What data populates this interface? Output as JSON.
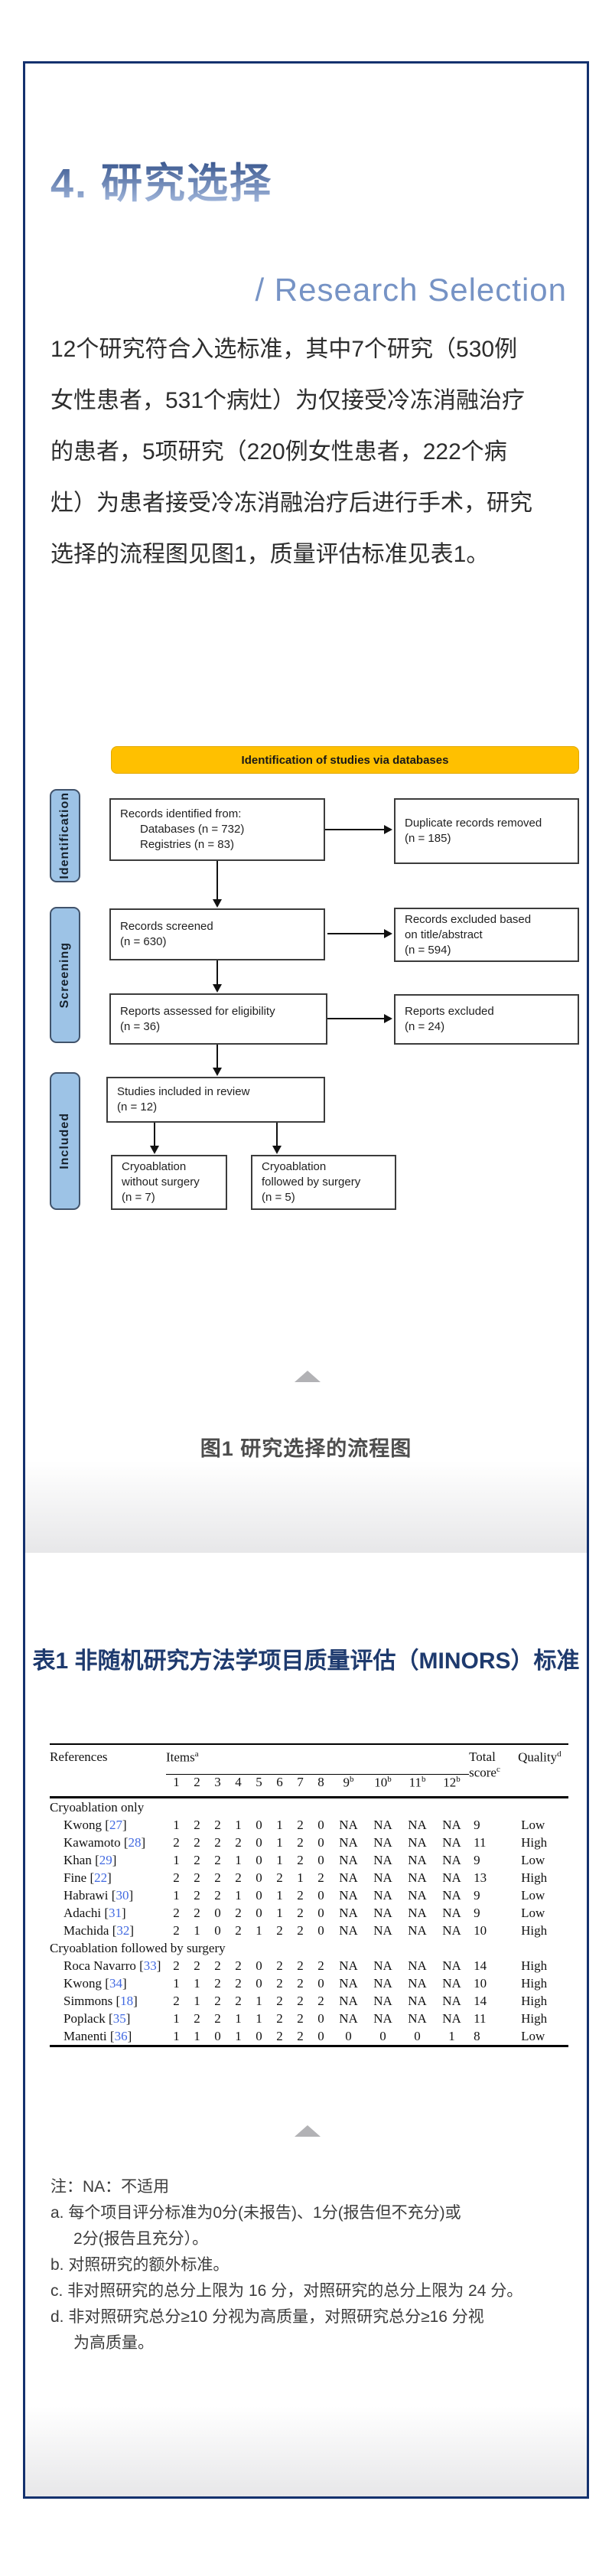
{
  "heading": {
    "title": "4. 研究选择",
    "subtitle": "/ Research Selection"
  },
  "paragraph": {
    "lines": [
      "12个研究符合入选标准，其中7个研究（530例",
      "女性患者，531个病灶）为仅接受冷冻消融治疗",
      "的患者，5项研究（220例女性患者，222个病",
      "灶）为患者接受冷冻消融治疗后进行手术，研究",
      "选择的流程图见图1，质量评估标准见表1。"
    ]
  },
  "figure": {
    "banner": "Identification of studies via databases",
    "stages": {
      "identification": "Identification",
      "screening": "Screening",
      "included": "Included"
    },
    "boxes": {
      "records_identified": {
        "lines": [
          "Records identified from:",
          "Databases (n = 732)",
          "Registries (n = 83)"
        ]
      },
      "duplicates_removed": {
        "lines": [
          "Duplicate records removed",
          "(n = 185)"
        ]
      },
      "records_screened": {
        "lines": [
          "Records screened",
          "(n = 630)"
        ]
      },
      "records_excluded": {
        "lines": [
          "Records excluded based",
          "on title/abstract",
          "(n = 594)"
        ]
      },
      "reports_assessed": {
        "lines": [
          "Reports assessed for eligibility",
          "(n = 36)"
        ]
      },
      "reports_excluded": {
        "lines": [
          "Reports excluded",
          "(n = 24)"
        ]
      },
      "studies_included": {
        "lines": [
          "Studies included in review",
          "(n = 12)"
        ]
      },
      "cryo_without_surgery": {
        "lines": [
          "Cryoablation",
          "without surgery",
          "(n = 7)"
        ]
      },
      "cryo_followed_surgery": {
        "lines": [
          "Cryoablation",
          "followed by surgery",
          "(n = 5)"
        ]
      }
    },
    "caption": "图1 研究选择的流程图"
  },
  "table": {
    "title": "表1 非随机研究方法学项目质量评估（MINORS）标准",
    "header": {
      "references": "References",
      "items": "Items",
      "items_sup": "a",
      "total": "Total score",
      "total_sup": "c",
      "quality": "Quality",
      "quality_sup": "d",
      "item_cols": [
        {
          "t": "1"
        },
        {
          "t": "2"
        },
        {
          "t": "3"
        },
        {
          "t": "4"
        },
        {
          "t": "5"
        },
        {
          "t": "6"
        },
        {
          "t": "7"
        },
        {
          "t": "8"
        },
        {
          "t": "9",
          "sup": "b"
        },
        {
          "t": "10",
          "sup": "b"
        },
        {
          "t": "11",
          "sup": "b"
        },
        {
          "t": "12",
          "sup": "b"
        }
      ]
    },
    "sections": [
      {
        "label": "Cryoablation only",
        "rows": [
          {
            "name": "Kwong",
            "ref": "27",
            "items": [
              "1",
              "2",
              "2",
              "1",
              "0",
              "1",
              "2",
              "0",
              "NA",
              "NA",
              "NA",
              "NA"
            ],
            "total": "9",
            "quality": "Low"
          },
          {
            "name": "Kawamoto",
            "ref": "28",
            "items": [
              "2",
              "2",
              "2",
              "2",
              "0",
              "1",
              "2",
              "0",
              "NA",
              "NA",
              "NA",
              "NA"
            ],
            "total": "11",
            "quality": "High"
          },
          {
            "name": "Khan",
            "ref": "29",
            "items": [
              "1",
              "2",
              "2",
              "1",
              "0",
              "1",
              "2",
              "0",
              "NA",
              "NA",
              "NA",
              "NA"
            ],
            "total": "9",
            "quality": "Low"
          },
          {
            "name": "Fine",
            "ref": "22",
            "items": [
              "2",
              "2",
              "2",
              "2",
              "0",
              "2",
              "1",
              "2",
              "NA",
              "NA",
              "NA",
              "NA"
            ],
            "total": "13",
            "quality": "High"
          },
          {
            "name": "Habrawi",
            "ref": "30",
            "items": [
              "1",
              "2",
              "2",
              "1",
              "0",
              "1",
              "2",
              "0",
              "NA",
              "NA",
              "NA",
              "NA"
            ],
            "total": "9",
            "quality": "Low"
          },
          {
            "name": "Adachi",
            "ref": "31",
            "items": [
              "2",
              "2",
              "0",
              "2",
              "0",
              "1",
              "2",
              "0",
              "NA",
              "NA",
              "NA",
              "NA"
            ],
            "total": "9",
            "quality": "Low"
          },
          {
            "name": "Machida",
            "ref": "32",
            "items": [
              "2",
              "1",
              "0",
              "2",
              "1",
              "2",
              "2",
              "0",
              "NA",
              "NA",
              "NA",
              "NA"
            ],
            "total": "10",
            "quality": "High"
          }
        ]
      },
      {
        "label": "Cryoablation followed by surgery",
        "rows": [
          {
            "name": "Roca Navarro",
            "ref": "33",
            "items": [
              "2",
              "2",
              "2",
              "2",
              "0",
              "2",
              "2",
              "2",
              "NA",
              "NA",
              "NA",
              "NA"
            ],
            "total": "14",
            "quality": "High"
          },
          {
            "name": "Kwong",
            "ref": "34",
            "items": [
              "1",
              "1",
              "2",
              "2",
              "0",
              "2",
              "2",
              "0",
              "NA",
              "NA",
              "NA",
              "NA"
            ],
            "total": "10",
            "quality": "High"
          },
          {
            "name": "Simmons",
            "ref": "18",
            "items": [
              "2",
              "1",
              "2",
              "2",
              "1",
              "2",
              "2",
              "2",
              "NA",
              "NA",
              "NA",
              "NA"
            ],
            "total": "14",
            "quality": "High"
          },
          {
            "name": "Poplack",
            "ref": "35",
            "items": [
              "1",
              "2",
              "2",
              "1",
              "1",
              "2",
              "2",
              "0",
              "NA",
              "NA",
              "NA",
              "NA"
            ],
            "total": "11",
            "quality": "High"
          },
          {
            "name": "Manenti",
            "ref": "36",
            "items": [
              "1",
              "1",
              "0",
              "1",
              "0",
              "2",
              "2",
              "0",
              "0",
              "0",
              "0",
              "1"
            ],
            "total": "8",
            "quality": "Low"
          }
        ]
      }
    ]
  },
  "notes": {
    "lines": [
      {
        "text": "注：NA：不适用",
        "indent": false
      },
      {
        "text": "a. 每个项目评分标准为0分(未报告)、1分(报告但不充分)或",
        "indent": false
      },
      {
        "text": "2分(报告且充分）。",
        "indent": true
      },
      {
        "text": "b. 对照研究的额外标准。",
        "indent": false
      },
      {
        "text": "c. 非对照研究的总分上限为 16 分，对照研究的总分上限为 24 分。",
        "indent": false
      },
      {
        "text": "d. 非对照研究总分≥10 分视为高质量，对照研究总分≥16 分视",
        "indent": false
      },
      {
        "text": "为高质量。",
        "indent": true
      }
    ]
  },
  "colors": {
    "card_border": "#14316e",
    "title_gradient_top": "#24437e",
    "title_gradient_bottom": "#b2c6e8",
    "subtitle_blue": "#7693c5",
    "banner_yellow": "#ffc000",
    "stage_blue": "#9dc3e6",
    "table_title_navy": "#1e3a6e",
    "ref_link_blue": "#4169e1",
    "triangle_gray": "#b2b2b5"
  }
}
